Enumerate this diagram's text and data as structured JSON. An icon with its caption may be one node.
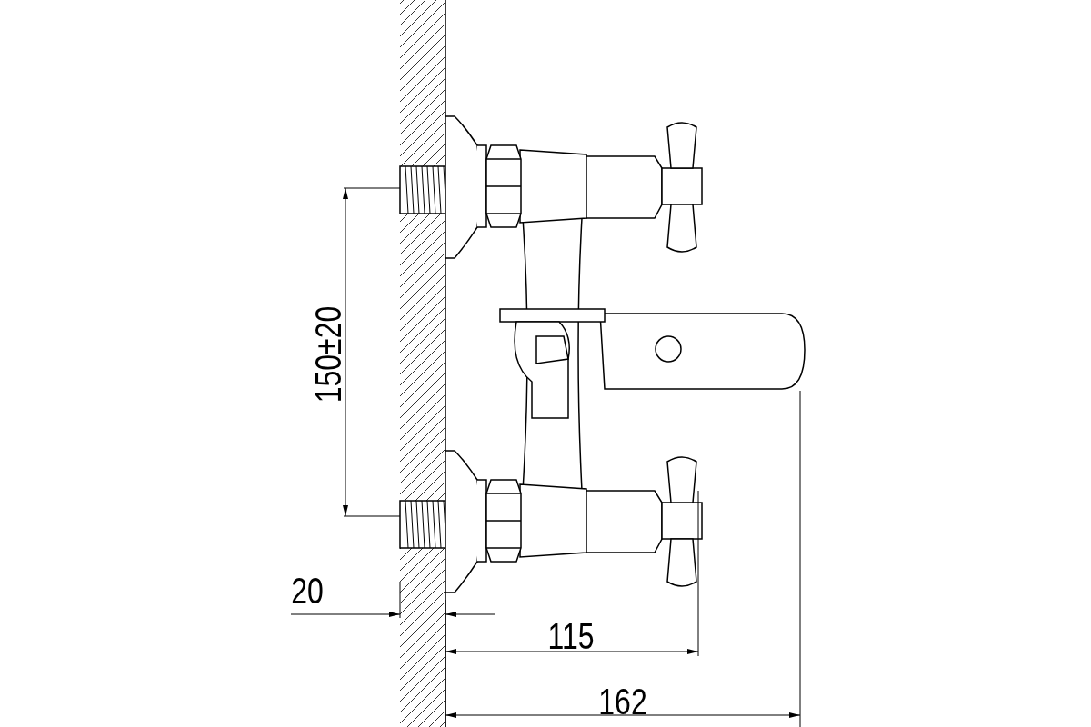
{
  "diagram": {
    "labels": [
      "150±20",
      "20",
      "115",
      "162"
    ]
  }
}
